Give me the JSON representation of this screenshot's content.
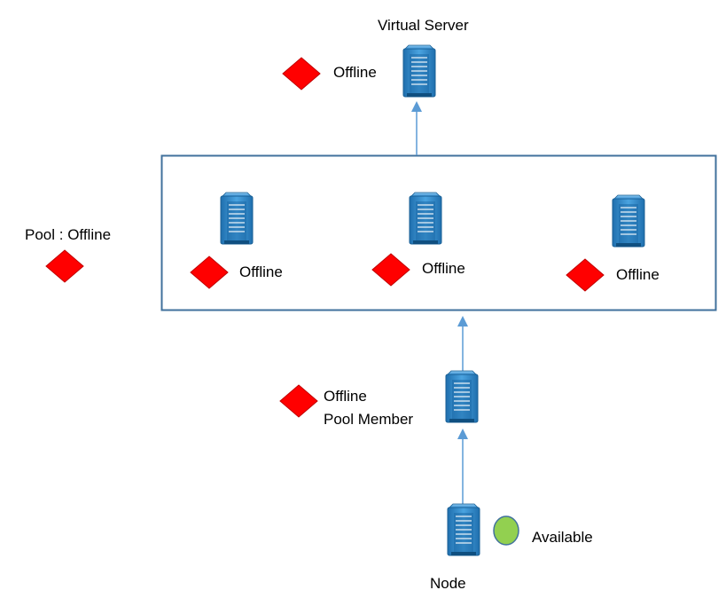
{
  "virtual_server": {
    "title": "Virtual Server",
    "status": "Offline"
  },
  "pool": {
    "status_label": "Pool : Offline",
    "members": [
      {
        "status": "Offline"
      },
      {
        "status": "Offline"
      },
      {
        "status": "Offline"
      }
    ]
  },
  "pool_member": {
    "status_line1": "Offline",
    "status_line2": "Pool Member"
  },
  "node": {
    "title": "Node",
    "status": "Available"
  },
  "colors": {
    "offline": "#ff0000",
    "available": "#92d050",
    "server": "#2e8bcf",
    "pool_border": "#41719c",
    "arrow": "#5b9bd5"
  }
}
